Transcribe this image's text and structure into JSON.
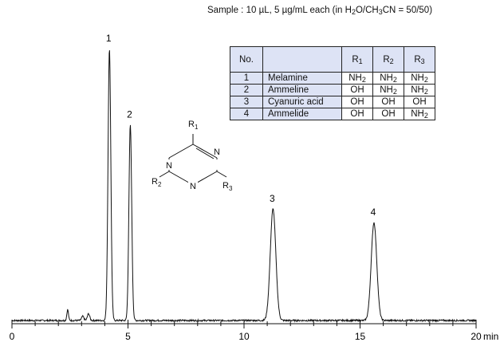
{
  "sample_note": {
    "prefix": "Sample : 10 µL, 5 µg/mL each (in H",
    "h2o_sub": "2",
    "mid": "O/CH",
    "ch3_sub": "3",
    "suffix": "CN = 50/50)"
  },
  "table": {
    "headers": {
      "no": "No.",
      "name": "",
      "r1_base": "R",
      "r1_sub": "1",
      "r2_base": "R",
      "r2_sub": "2",
      "r3_base": "R",
      "r3_sub": "3"
    },
    "rows": [
      {
        "no": "1",
        "name": "Melamine",
        "r1": [
          "NH",
          "2"
        ],
        "r2": [
          "NH",
          "2"
        ],
        "r3": [
          "NH",
          "2"
        ]
      },
      {
        "no": "2",
        "name": "Ammeline",
        "r1": [
          "OH",
          ""
        ],
        "r2": [
          "NH",
          "2"
        ],
        "r3": [
          "NH",
          "2"
        ]
      },
      {
        "no": "3",
        "name": "Cyanuric acid",
        "r1": [
          "OH",
          ""
        ],
        "r2": [
          "OH",
          ""
        ],
        "r3": [
          "OH",
          ""
        ]
      },
      {
        "no": "4",
        "name": "Ammelide",
        "r1": [
          "OH",
          ""
        ],
        "r2": [
          "OH",
          ""
        ],
        "r3": [
          "NH",
          "2"
        ]
      }
    ]
  },
  "structure": {
    "ring_atom": "N",
    "sub_base": "R",
    "r1_sub": "1",
    "r2_sub": "2",
    "r3_sub": "3"
  },
  "chart_data": {
    "type": "line",
    "title": "",
    "xlabel": "min",
    "ylabel": "",
    "xlim": [
      0,
      20
    ],
    "ylim": [
      0,
      100
    ],
    "x_ticks": [
      0,
      5,
      10,
      15,
      20
    ],
    "grid": false,
    "baseline": 0.6,
    "peaks": [
      {
        "label": "1",
        "rt": 4.2,
        "height": 100,
        "width": 0.06
      },
      {
        "label": "2",
        "rt": 5.1,
        "height": 72,
        "width": 0.06
      },
      {
        "label": "3",
        "rt": 11.25,
        "height": 41,
        "width": 0.12
      },
      {
        "label": "4",
        "rt": 15.6,
        "height": 36,
        "width": 0.12
      }
    ],
    "minor_peaks": [
      {
        "rt": 2.4,
        "height": 4,
        "width": 0.035
      },
      {
        "rt": 3.05,
        "height": 1.5,
        "width": 0.05
      },
      {
        "rt": 3.3,
        "height": 2.5,
        "width": 0.05
      }
    ]
  }
}
